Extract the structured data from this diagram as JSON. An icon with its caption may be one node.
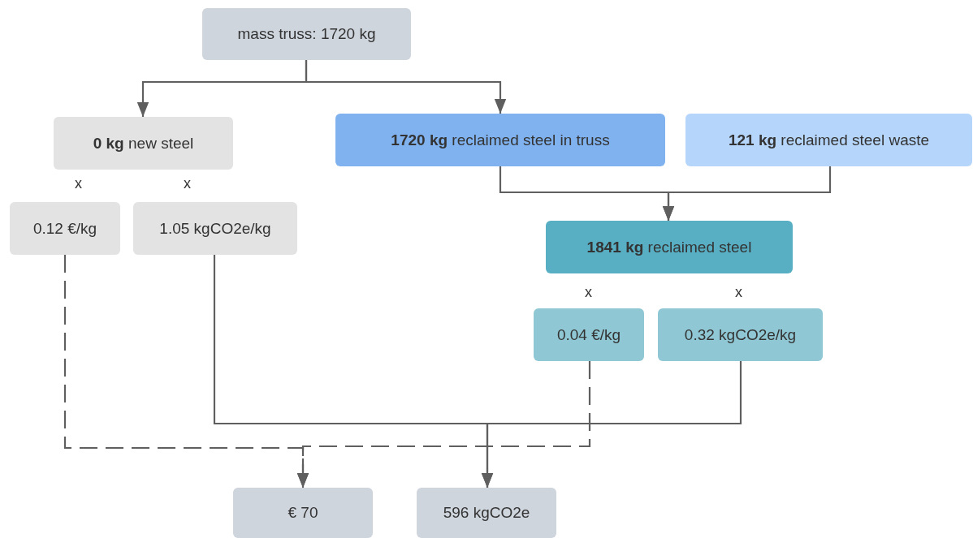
{
  "diagram": {
    "nodes": [
      {
        "text": [
          "mass truss: 1720 kg"
        ]
      },
      {
        "text": [
          "**0 kg** new steel"
        ]
      },
      {
        "text": [
          "**1720 kg** reclaimed steel  in truss"
        ]
      },
      {
        "text": [
          "**121 kg** reclaimed steel waste"
        ]
      },
      {
        "text": [
          "0.12 €/kg"
        ]
      },
      {
        "text": [
          "1.05 kgCO2e/kg"
        ]
      },
      {
        "text": [
          "**1841 kg** reclaimed steel"
        ]
      },
      {
        "text": [
          "0.04 €/kg"
        ]
      },
      {
        "text": [
          "0.32 kgCO2e/kg"
        ]
      },
      {
        "text": [
          "€ 70"
        ]
      },
      {
        "text": [
          "596 kgCO2e"
        ]
      }
    ],
    "edges": [
      {
        "from": 0,
        "to": 1,
        "arrow": "to"
      },
      {
        "from": 0,
        "to": 2,
        "arrow": "to"
      },
      {
        "from": 2,
        "to": 6,
        "arrow": "to"
      },
      {
        "from": 3,
        "to": 6,
        "arrow": "to"
      },
      {
        "from": 4,
        "to": 9,
        "arrow": "to",
        "style": "dashed"
      },
      {
        "from": 7,
        "to": 9,
        "arrow": "to",
        "style": "dashed"
      },
      {
        "from": 5,
        "to": 10,
        "arrow": "to"
      },
      {
        "from": 8,
        "to": 10,
        "arrow": "to"
      }
    ],
    "labels": [
      "x",
      "x",
      "x",
      "x"
    ]
  }
}
